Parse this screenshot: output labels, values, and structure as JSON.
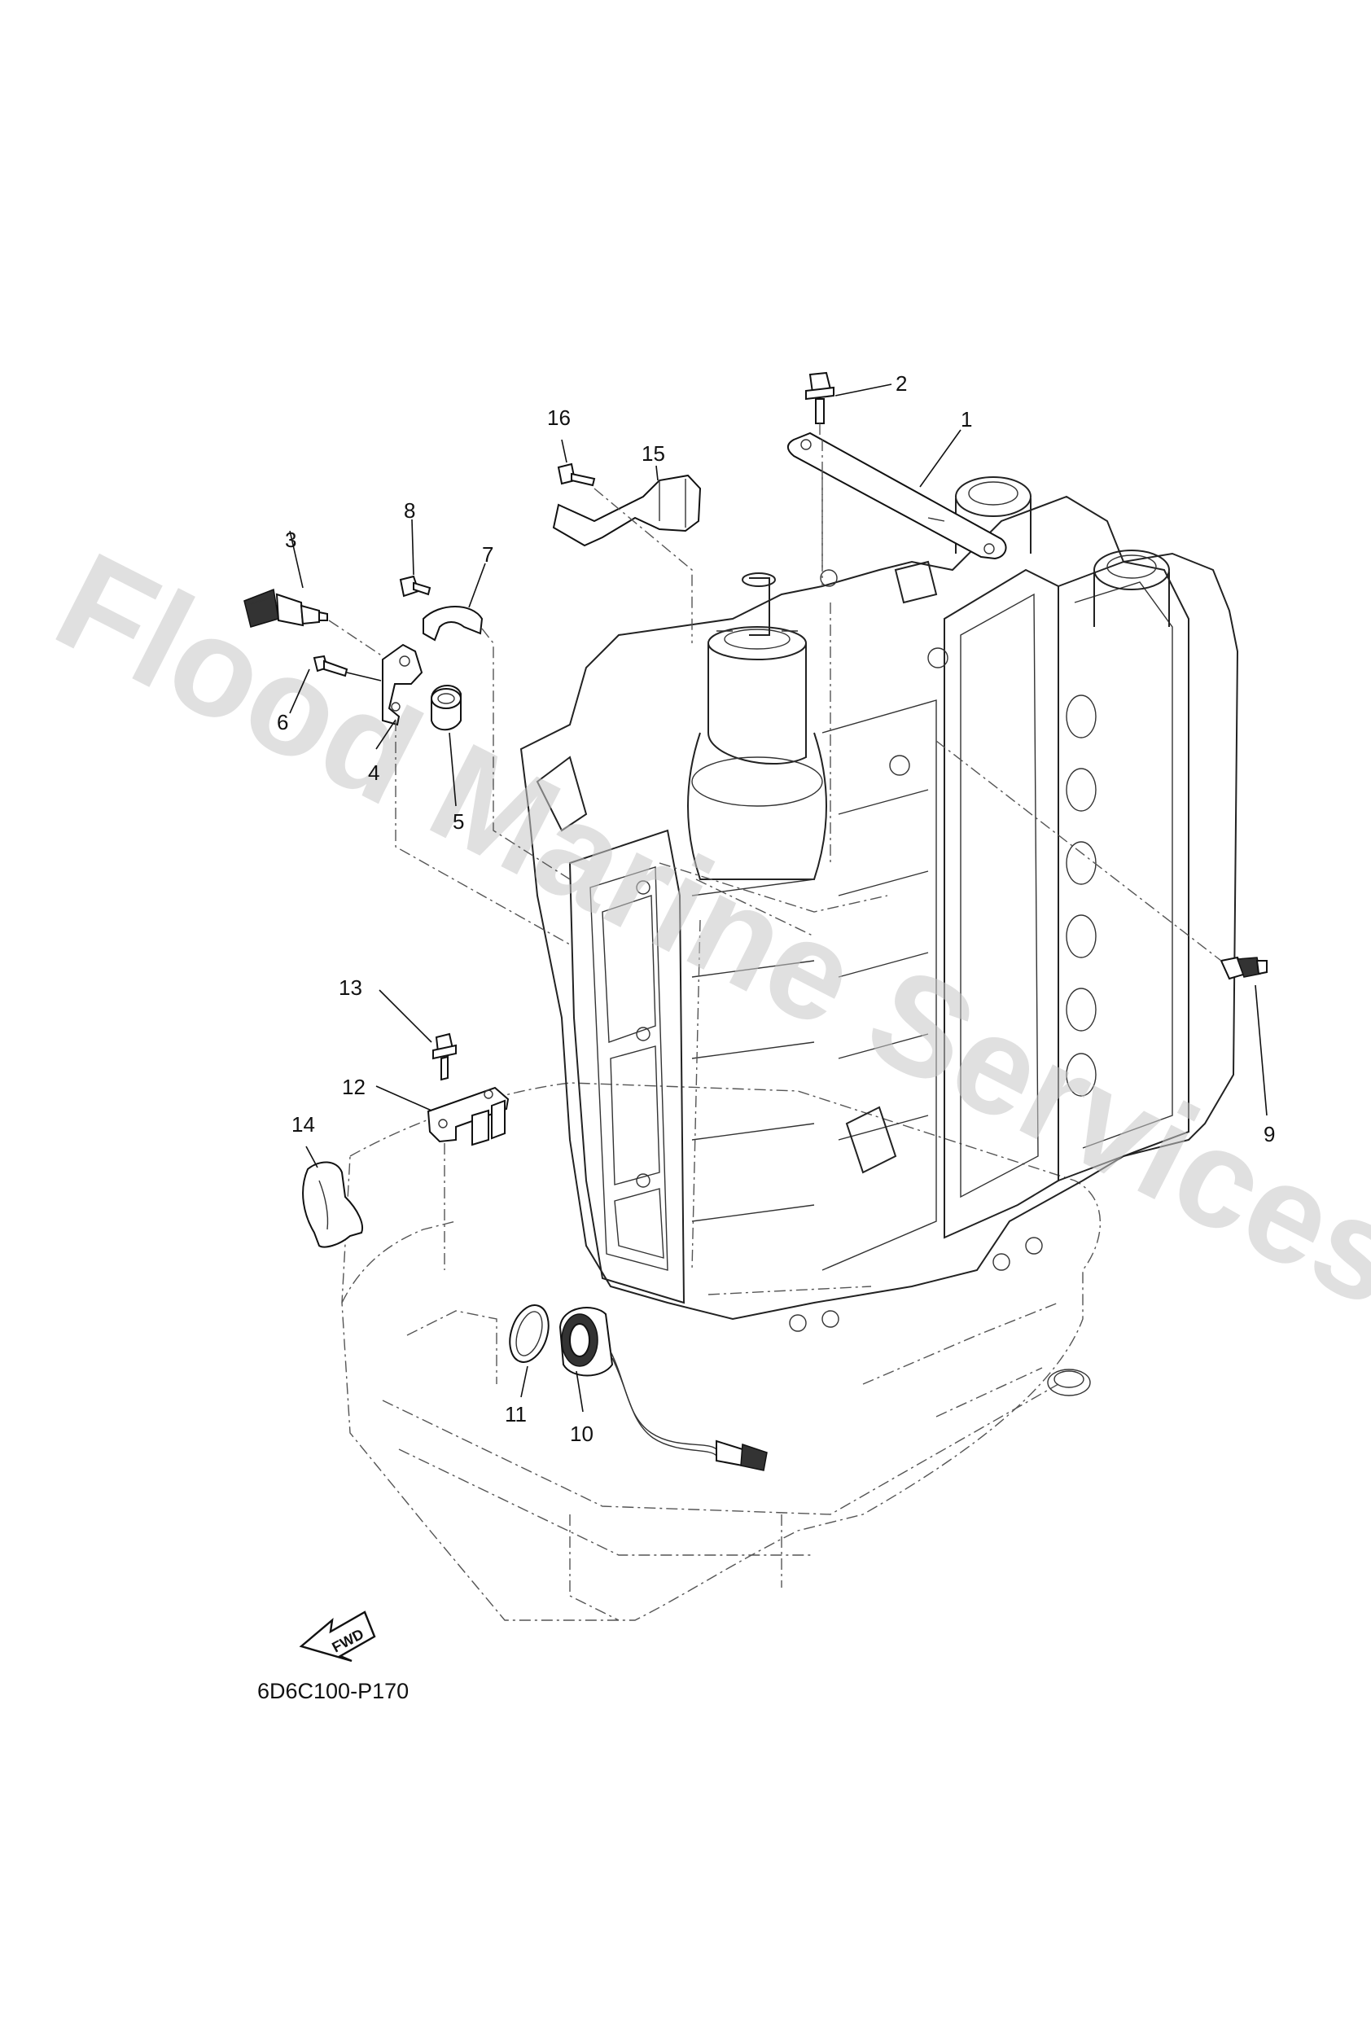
{
  "diagram": {
    "drawing_code": "6D6C100-P170",
    "watermark": "Flood Marine Services",
    "fwd_label": "FWD",
    "callouts": [
      "1",
      "2",
      "3",
      "4",
      "5",
      "6",
      "7",
      "8",
      "9",
      "10",
      "11",
      "12",
      "13",
      "14",
      "15",
      "16"
    ]
  }
}
